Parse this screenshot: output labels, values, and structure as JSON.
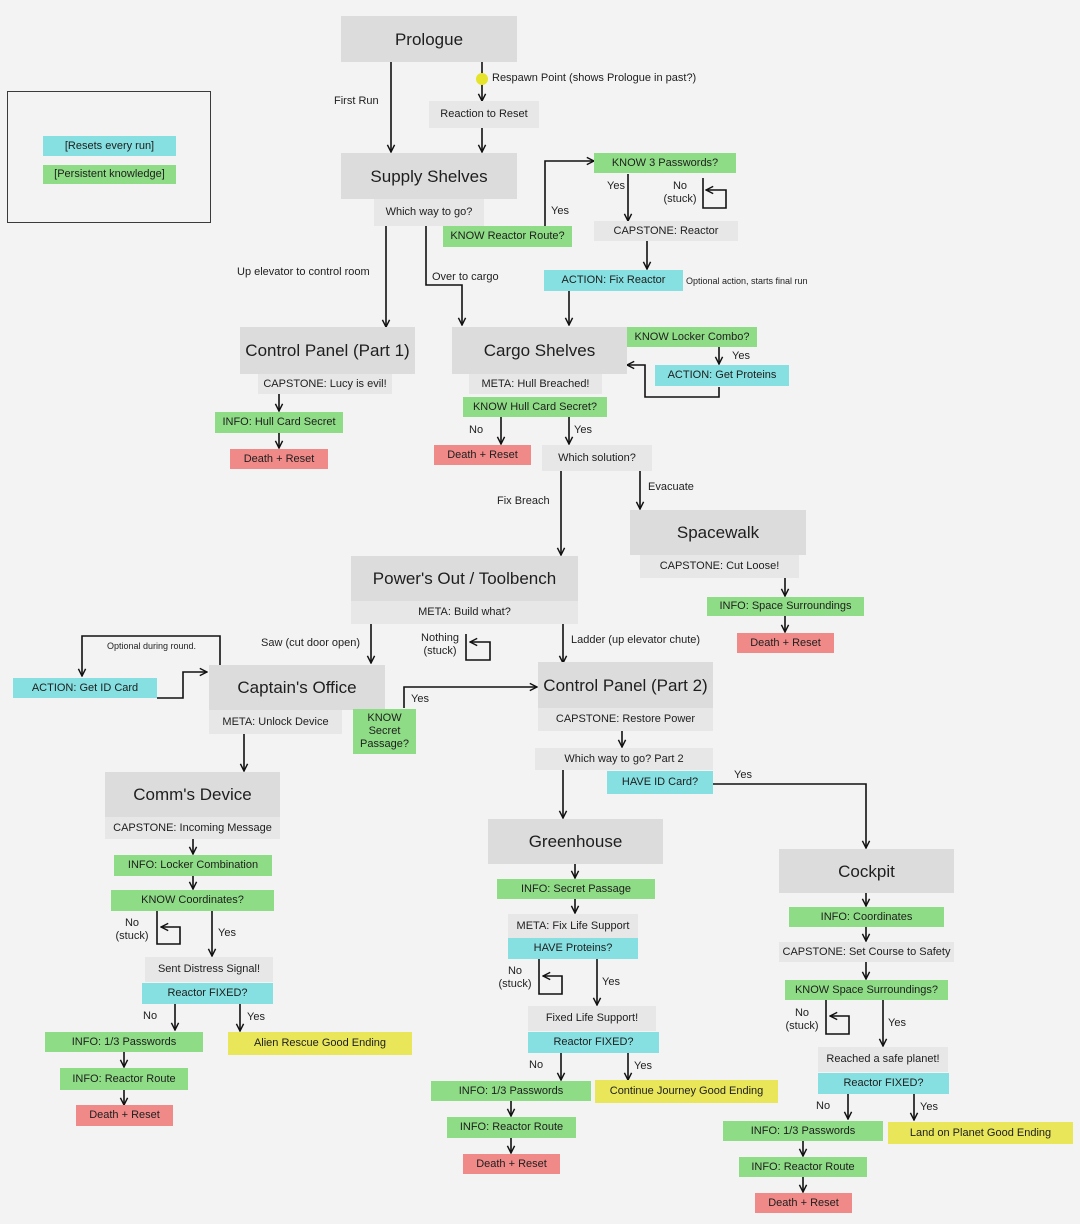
{
  "nodes": {
    "prologue": "Prologue",
    "reaction_to_reset": "Reaction to Reset",
    "supply_shelves": "Supply Shelves",
    "which_way": "Which way to go?",
    "know_reactor_route": "KNOW Reactor Route?",
    "know_3_passwords": "KNOW 3 Passwords?",
    "capstone_reactor": "CAPSTONE: Reactor",
    "action_fix_reactor": "ACTION: Fix Reactor",
    "control_panel_1": "Control Panel (Part 1)",
    "capstone_lucy": "CAPSTONE: Lucy is evil!",
    "info_hull_card_secret": "INFO: Hull Card Secret",
    "death_reset_1": "Death + Reset",
    "cargo_shelves": "Cargo Shelves",
    "know_locker_combo": "KNOW Locker Combo?",
    "action_get_proteins": "ACTION: Get Proteins",
    "meta_hull_breached": "META: Hull Breached!",
    "know_hull_card_secret": "KNOW Hull Card Secret?",
    "death_reset_2": "Death + Reset",
    "which_solution": "Which solution?",
    "spacewalk": "Spacewalk",
    "capstone_cut_loose": "CAPSTONE: Cut Loose!",
    "info_space_surroundings": "INFO: Space Surroundings",
    "death_reset_3": "Death + Reset",
    "powers_out": "Power's Out / Toolbench",
    "meta_build_what": "META: Build what?",
    "action_get_id_card": "ACTION: Get ID Card",
    "captains_office": "Captain's Office",
    "meta_unlock_device": "META: Unlock Device",
    "know_secret_passage": "KNOW Secret Passage?",
    "control_panel_2": "Control Panel (Part 2)",
    "capstone_restore_power": "CAPSTONE: Restore Power",
    "which_way_2": "Which way to go? Part 2",
    "have_id_card": "HAVE ID Card?",
    "comms_device": "Comm's Device",
    "capstone_incoming": "CAPSTONE: Incoming Message",
    "info_locker_combination": "INFO: Locker Combination",
    "know_coordinates": "KNOW Coordinates?",
    "sent_distress": "Sent Distress Signal!",
    "reactor_fixed_a": "Reactor FIXED?",
    "info_passwords_a": "INFO: 1/3 Passwords",
    "info_reactor_route_a": "INFO: Reactor Route",
    "death_reset_a": "Death + Reset",
    "alien_rescue": "Alien Rescue Good Ending",
    "greenhouse": "Greenhouse",
    "info_secret_passage": "INFO: Secret Passage",
    "meta_fix_life_support": "META: Fix Life Support",
    "have_proteins": "HAVE Proteins?",
    "fixed_life_support": "Fixed Life Support!",
    "reactor_fixed_b": "Reactor FIXED?",
    "info_passwords_b": "INFO: 1/3 Passwords",
    "info_reactor_route_b": "INFO: Reactor Route",
    "death_reset_b": "Death + Reset",
    "continue_journey": "Continue Journey Good Ending",
    "cockpit": "Cockpit",
    "info_coordinates": "INFO: Coordinates",
    "capstone_set_course": "CAPSTONE: Set Course to Safety",
    "know_space_surroundings": "KNOW Space Surroundings?",
    "reached_safe_planet": "Reached a safe planet!",
    "reactor_fixed_c": "Reactor FIXED?",
    "info_passwords_c": "INFO: 1/3 Passwords",
    "info_reactor_route_c": "INFO: Reactor Route",
    "death_reset_c": "Death + Reset",
    "land_on_planet": "Land on Planet Good Ending"
  },
  "labels": {
    "respawn_point": "Respawn Point (shows Prologue in past?)",
    "first_run": "First Run",
    "up_elevator": "Up elevator to control room",
    "over_to_cargo": "Over to cargo",
    "yes_reactor_route": "Yes",
    "yes_passwords": "Yes",
    "no_stuck_passwords": "No\n(stuck)",
    "optional_action": "Optional action, starts final run",
    "yes_locker": "Yes",
    "no_hull": "No",
    "yes_hull": "Yes",
    "fix_breach": "Fix Breach",
    "evacuate": "Evacuate",
    "optional_during_round": "Optional during round.",
    "saw_cut_door": "Saw (cut door open)",
    "nothing_stuck": "Nothing\n(stuck)",
    "ladder": "Ladder (up elevator chute)",
    "yes_secret_passage": "Yes",
    "yes_id_card": "Yes",
    "no_stuck_coords": "No\n(stuck)",
    "yes_coords": "Yes",
    "no_reactor_a": "No",
    "yes_reactor_a": "Yes",
    "no_stuck_proteins": "No\n(stuck)",
    "yes_proteins": "Yes",
    "no_reactor_b": "No",
    "yes_reactor_b": "Yes",
    "no_stuck_space": "No\n(stuck)",
    "yes_space": "Yes",
    "no_reactor_c": "No",
    "yes_reactor_c": "Yes"
  },
  "legend": {
    "resets_every_run": "[Resets every run]",
    "persistent_knowledge": "[Persistent knowledge]"
  },
  "colors": {
    "scene": "#dcdcdc",
    "step": "#e7e7e7",
    "persistent": "#8fdc86",
    "resets": "#86dfe0",
    "death": "#f08a88",
    "ending": "#e9e65a",
    "respawn_dot": "#e6e32c",
    "line": "#111111"
  }
}
